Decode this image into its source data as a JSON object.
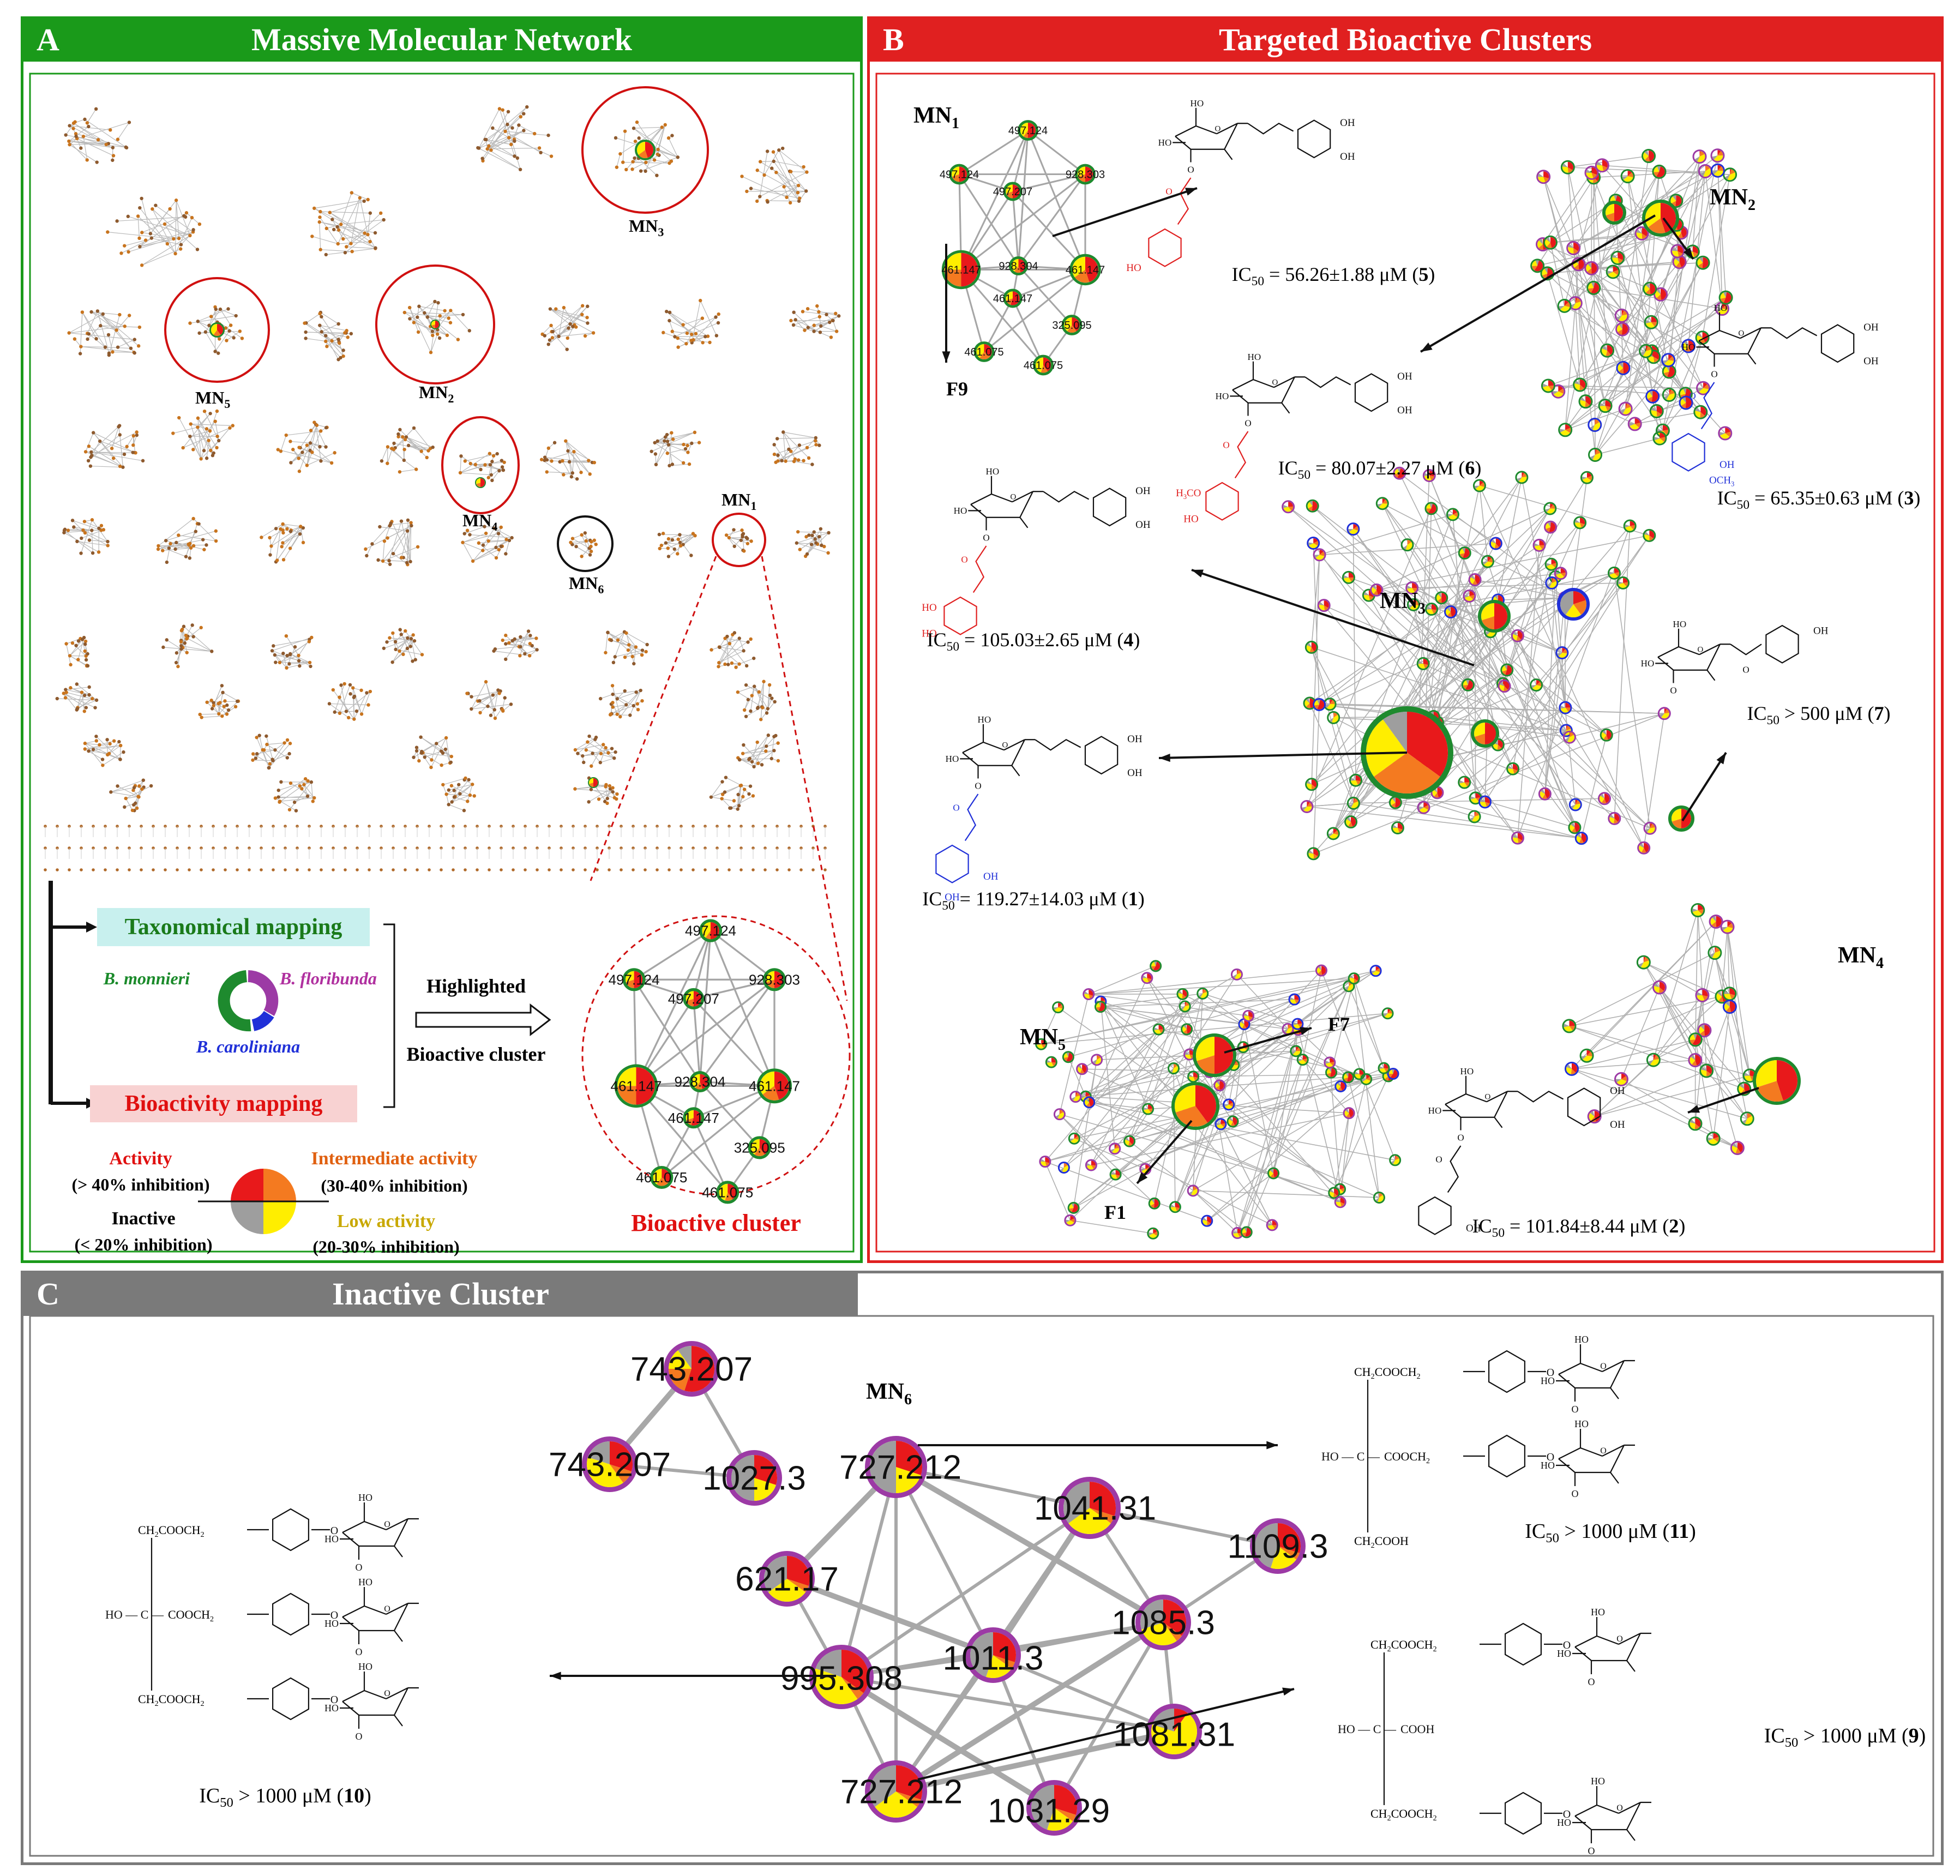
{
  "panelA": {
    "letter": "A",
    "title": "Massive Molecular Network",
    "color": "#1a9a1a",
    "labels": {
      "mn3": "MN",
      "mn3s": "3",
      "mn5": "MN",
      "mn5s": "5",
      "mn2": "MN",
      "mn2s": "2",
      "mn4": "MN",
      "mn4s": "4",
      "mn6": "MN",
      "mn6s": "6",
      "mn1": "MN",
      "mn1s": "1"
    },
    "taxo": "Taxonomical mapping",
    "bio": "Bioactivity mapping",
    "species": {
      "monnieri": "B. monnieri",
      "floribunda": "B. floribunda",
      "caroliniana": "B. caroliniana"
    },
    "highlighted": "Highlighted",
    "bioactive_cluster_arrow": "Bioactive cluster",
    "bioactive_cluster": "Bioactive cluster",
    "activity": "Activity",
    "activity_range": "(> 40% inhibition)",
    "intermediate": "Intermediate activity",
    "intermediate_range": "(30-40% inhibition)",
    "inactive": "Inactive",
    "inactive_range": "(< 20% inhibition)",
    "low": "Low activity",
    "low_range": "(20-30% inhibition)",
    "cluster_nodes": [
      "497.124",
      "497.124",
      "928.303",
      "497.207",
      "928.304",
      "461.147",
      "461.147",
      "461.147",
      "325.095",
      "461.075",
      "461.075"
    ]
  },
  "panelB": {
    "letter": "B",
    "title": "Targeted Bioactive  Clusters",
    "color": "#e02020",
    "labels": {
      "mn1": "MN",
      "mn1s": "1",
      "mn2": "MN",
      "mn2s": "2",
      "mn3": "MN",
      "mn3s": "3",
      "mn4": "MN",
      "mn4s": "4",
      "mn5": "MN",
      "mn5s": "5",
      "f9": "F9",
      "f7": "F7",
      "f1": "F1"
    },
    "mn1_nodes": [
      "497.124",
      "497.124",
      "928.303",
      "497.207",
      "928.304",
      "461.147",
      "461.147",
      "461.147",
      "325.095",
      "461.075",
      "461.075"
    ],
    "ic50": [
      {
        "pre": "IC",
        "sub": "50",
        "val": " = 56.26±1.88 μM (",
        "num": "5",
        "post": ")"
      },
      {
        "pre": "IC",
        "sub": "50",
        "val": " = 80.07±2.27 μM (",
        "num": "6",
        "post": ")"
      },
      {
        "pre": "IC",
        "sub": "50",
        "val": " = 65.35±0.63 μM (",
        "num": "3",
        "post": ")"
      },
      {
        "pre": "IC",
        "sub": "50",
        "val": " = 105.03±2.65 μM (",
        "num": "4",
        "post": ")"
      },
      {
        "pre": "IC",
        "sub": "50",
        "val": " > 500 μM (",
        "num": "7",
        "post": ")"
      },
      {
        "pre": "IC",
        "sub": "50",
        "val": " = 119.27±14.03 μM (",
        "num": "1",
        "post": ")"
      },
      {
        "pre": "IC",
        "sub": "50",
        "val": " = 101.84±8.44 μM (",
        "num": "2",
        "post": ")"
      }
    ]
  },
  "panelC": {
    "letter": "C",
    "title": "Inactive Cluster",
    "color": "#7a7a7a",
    "mn6": "MN",
    "mn6s": "6",
    "nodes": [
      "743.207",
      "743.207",
      "1027.3",
      "727.212",
      "1041.31",
      "1109.3",
      "621.17",
      "1085.3",
      "995.308",
      "1011.3",
      "1081.31",
      "727.212",
      "1031.29"
    ],
    "ic50": [
      {
        "pre": "IC",
        "sub": "50",
        "val": " > 1000 μM (",
        "num": "11",
        "post": ")"
      },
      {
        "pre": "IC",
        "sub": "50",
        "val": " > 1000 μM (",
        "num": "9",
        "post": ")"
      },
      {
        "pre": "IC",
        "sub": "50",
        "val": " > 1000 μM (",
        "num": "10",
        "post": ")"
      }
    ]
  },
  "chem": {
    "OH": "OH",
    "HO": "HO",
    "O": "O",
    "OCH3": "OCH",
    "OCH3s": "3",
    "H3CO": "H",
    "H3COs": "3",
    "H3COe": "CO",
    "HOC": "HO",
    "C": "C",
    "COOH": "COOH",
    "CH2COOCH2": "CH",
    "CH2s": "2",
    "COO": "COOCH",
    "CH2COOH": "CH",
    "CH2COOHe": "COOH"
  },
  "colors": {
    "red": "#e8191b",
    "orange": "#f47a20",
    "yellow": "#ffee00",
    "gray": "#9e9e9e",
    "green": "#1e8a2e",
    "purple": "#9c3aa5",
    "blue": "#2030d8"
  }
}
